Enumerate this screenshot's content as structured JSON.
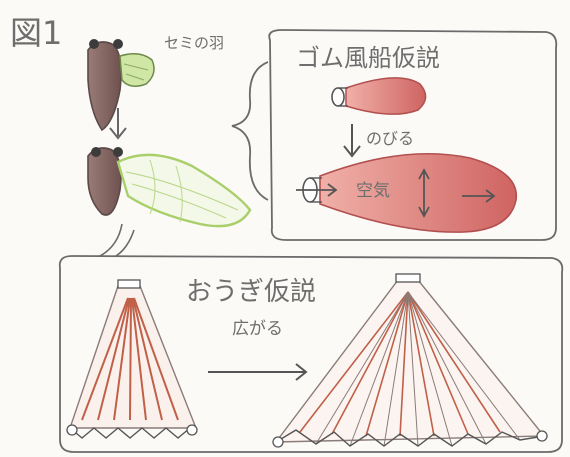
{
  "figure": {
    "label": "図1",
    "wing_caption": "セミの羽"
  },
  "balloon_hypothesis": {
    "title": "ゴム風船仮説",
    "stretch_label": "のびる",
    "air_label": "空気"
  },
  "fan_hypothesis": {
    "title": "おうぎ仮説",
    "spread_label": "広がる"
  },
  "colors": {
    "ink": "#6b6b6b",
    "cicada_body": "#7b5e5b",
    "wing_green": "#a9cf6b",
    "balloon_red": "#cc5f5f",
    "fan_stroke": "#c06048"
  }
}
